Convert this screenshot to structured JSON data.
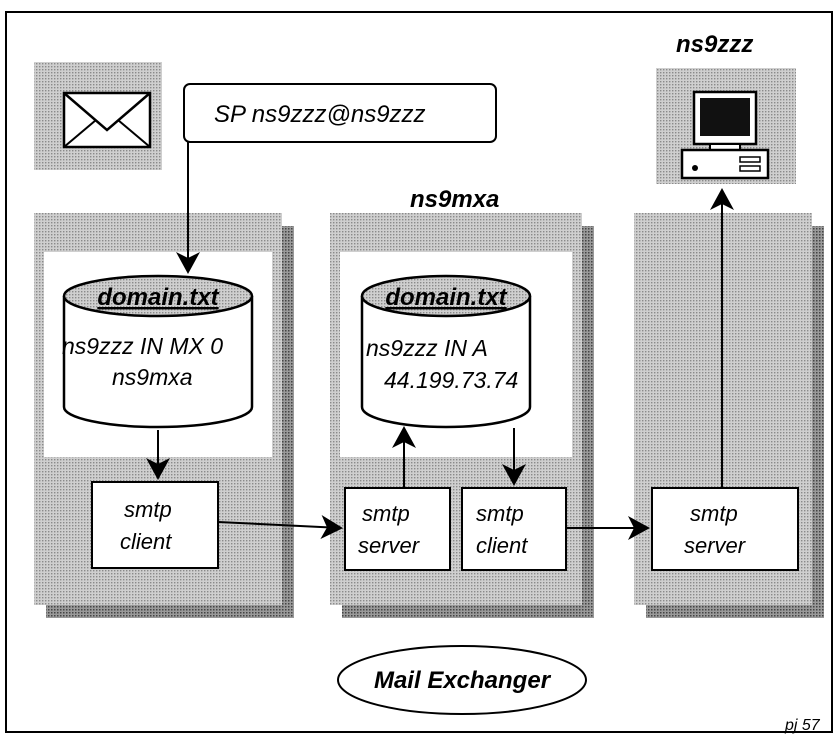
{
  "colors": {
    "ink": "#000000",
    "panel": "#c6c6c6",
    "shadow": "#8f8f8f",
    "paper": "#ffffff"
  },
  "message": {
    "address": "SP  ns9zzz@ns9zzz",
    "icon": "envelope-icon"
  },
  "host_left": {
    "db_title": "domain.txt",
    "db_line1": "ns9zzz IN MX 0",
    "db_line2": "ns9mxa",
    "client_line1": "smtp",
    "client_line2": "client"
  },
  "host_mid": {
    "name": "ns9mxa",
    "db_title": "domain.txt",
    "db_line1": "ns9zzz IN A",
    "db_line2": "44.199.73.74",
    "server_line1": "smtp",
    "server_line2": "server",
    "client_line1": "smtp",
    "client_line2": "client"
  },
  "host_right": {
    "name": "ns9zzz",
    "icon": "computer-icon",
    "server_line1": "smtp",
    "server_line2": "server"
  },
  "caption": "Mail Exchanger",
  "page_ref": "pj 57"
}
